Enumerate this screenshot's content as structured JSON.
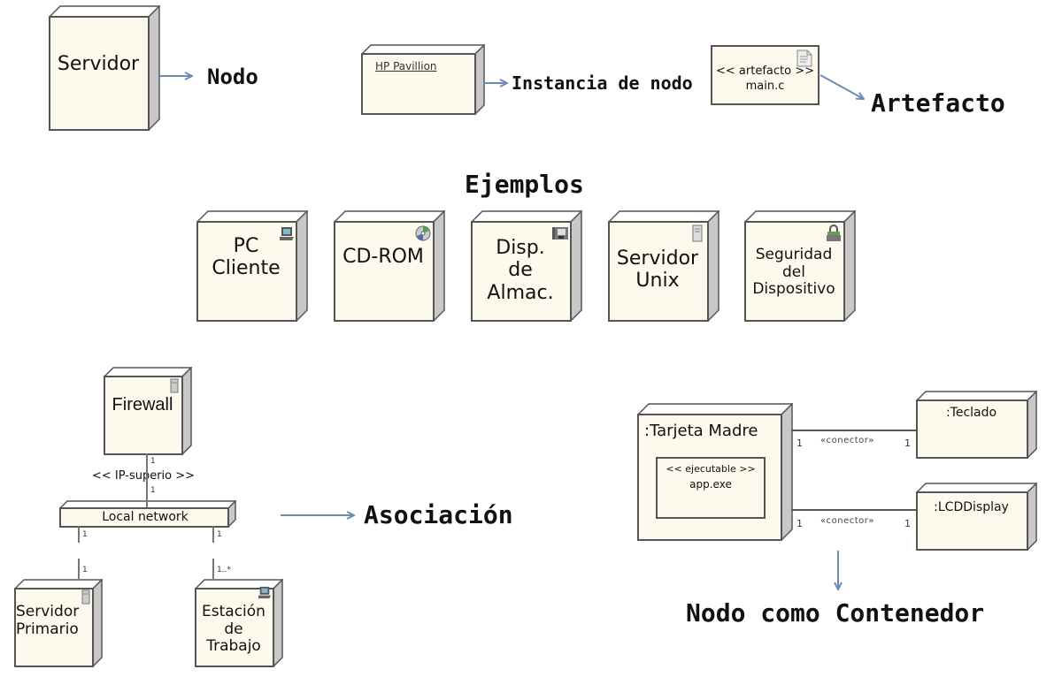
{
  "top": {
    "node_example": {
      "label": "Servidor",
      "caption": "Nodo"
    },
    "instance_example": {
      "label": "HP Pavillion",
      "caption": "Instancia de nodo"
    },
    "artifact_example": {
      "stereotype": "<< artefacto >>",
      "name": "main.c",
      "caption": "Artefacto",
      "icon": "document-icon"
    }
  },
  "examples": {
    "title": "Ejemplos",
    "nodes": [
      {
        "label": "PC\nCliente",
        "icon": "computer-icon"
      },
      {
        "label": "CD-ROM",
        "icon": "cd-icon"
      },
      {
        "label": "Disp.\nde\nAlmac.",
        "icon": "storage-device-icon"
      },
      {
        "label": "Servidor\nUnix",
        "icon": "server-tower-icon"
      },
      {
        "label": "Seguridad\ndel\nDispositivo",
        "icon": "security-device-icon"
      }
    ]
  },
  "association": {
    "caption": "Asociación",
    "firewall": {
      "label": "Firewall",
      "icon": "server-tower-icon"
    },
    "link_stereotype": "<< IP-superio >>",
    "link_mult_top": "1",
    "link_mult_bottom": "1",
    "network": {
      "label": "Local network"
    },
    "left_mult_top": "1",
    "left_mult_bottom": "1",
    "right_mult_top": "1",
    "right_mult_bottom": "1..*",
    "server": {
      "label": "Servidor\nPrimario",
      "icon": "server-tower-icon"
    },
    "workstation": {
      "label": "Estación\nde\nTrabajo",
      "icon": "computer-icon"
    }
  },
  "container": {
    "caption": "Nodo como Contenedor",
    "motherboard": {
      "label": ":Tarjeta Madre"
    },
    "executable": {
      "stereotype": "<< ejecutable >>",
      "name": "app.exe"
    },
    "keyboard": {
      "label": ":Teclado"
    },
    "display": {
      "label": ":LCDDisplay"
    },
    "connector1": {
      "stereotype": "«conector»",
      "mult_left": "1",
      "mult_right": "1"
    },
    "connector2": {
      "stereotype": "«conector»",
      "mult_left": "1",
      "mult_right": "1"
    }
  },
  "colors": {
    "node_fill": "#fdf9ec",
    "node_border": "#555555",
    "node_side": "#c8c8c8",
    "arrow": "#6c8cb0"
  }
}
